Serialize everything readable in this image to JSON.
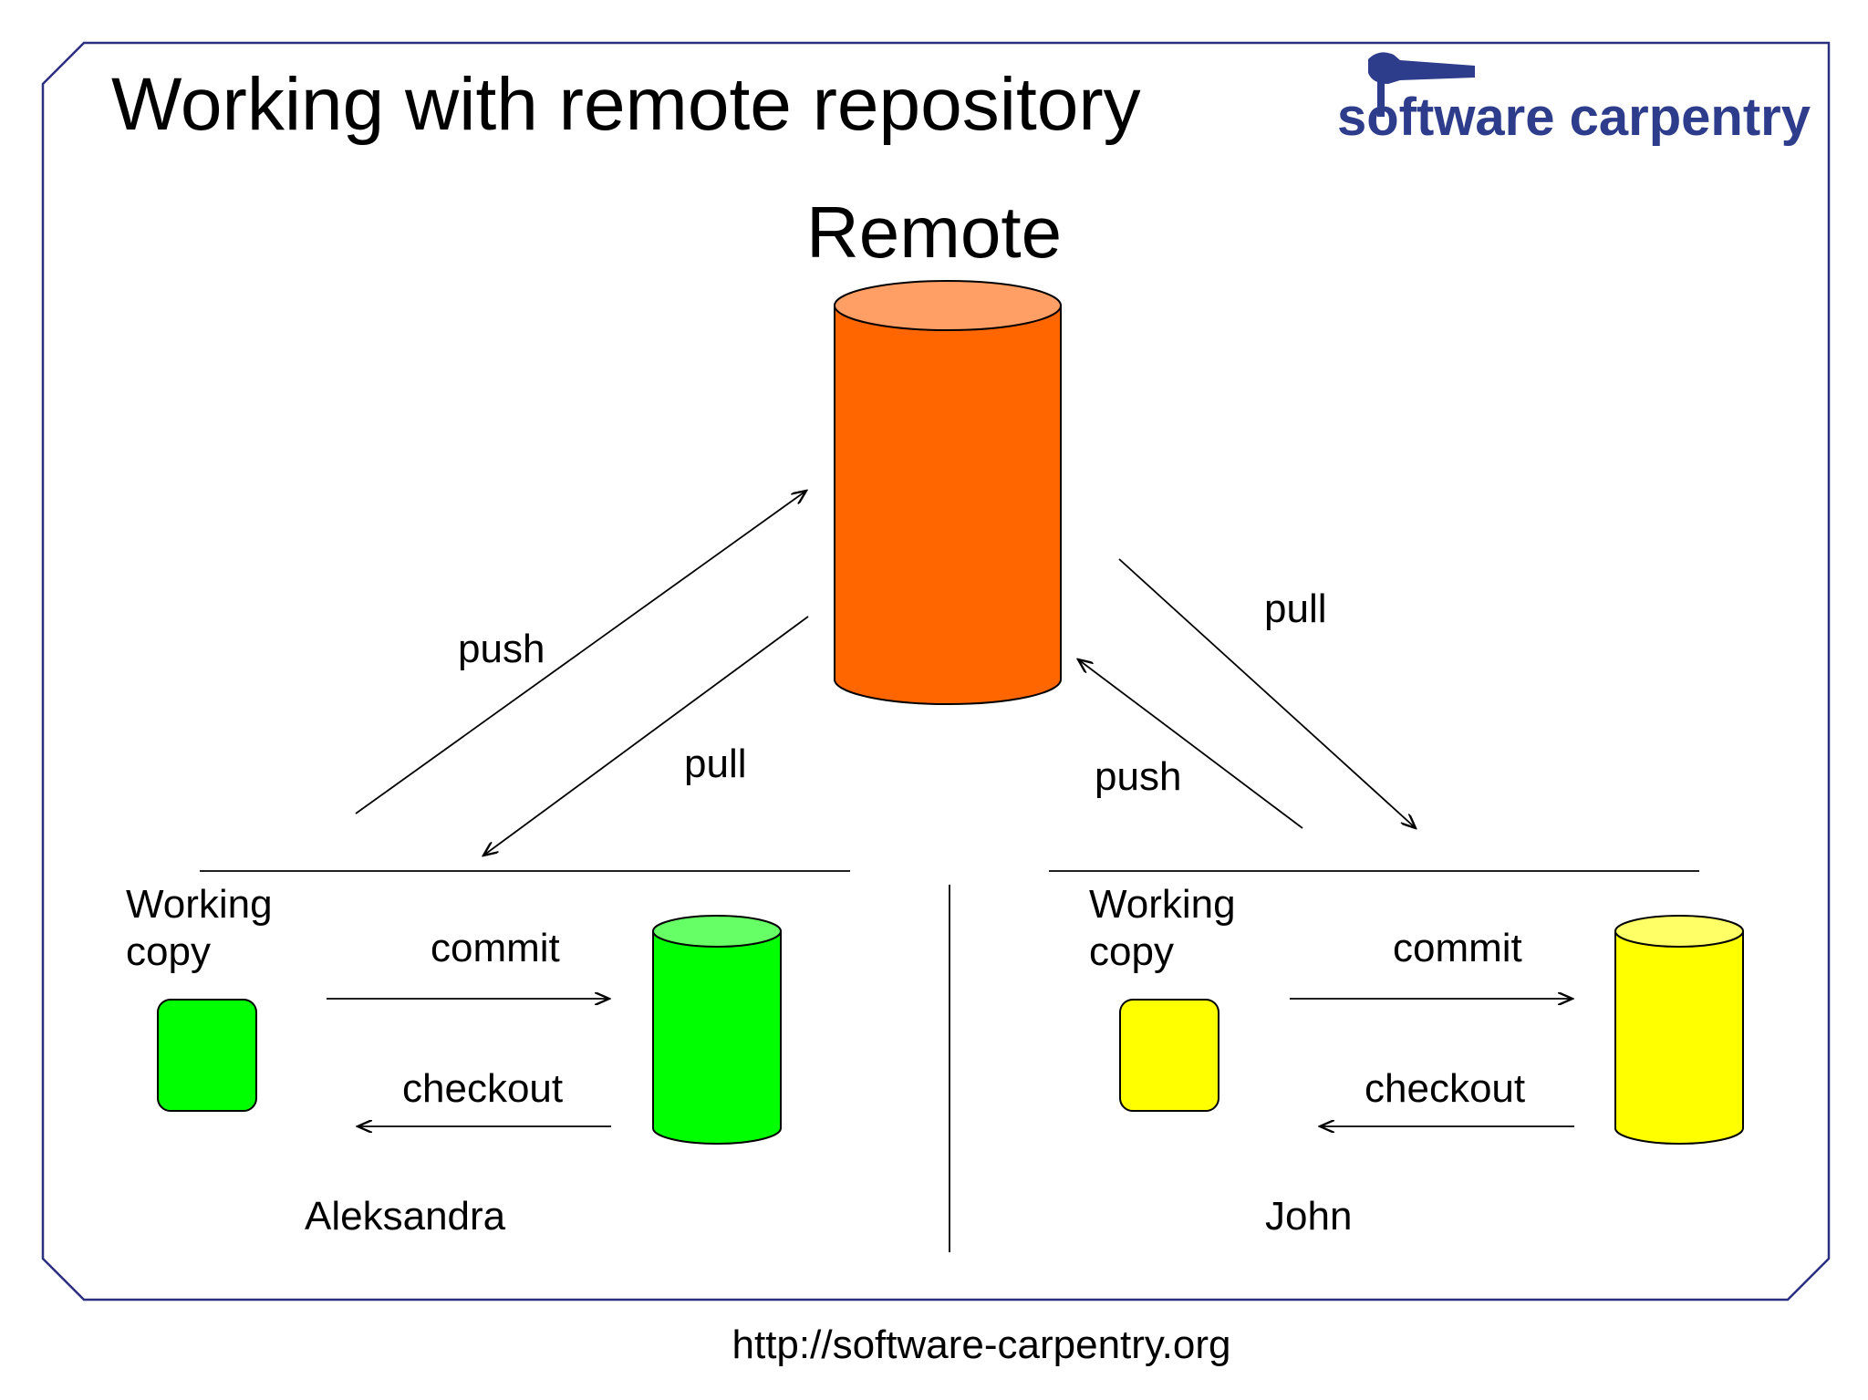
{
  "slide": {
    "title": "Working with remote repository",
    "footer_url": "http://software-carpentry.org",
    "frame_color": "#2b2f80"
  },
  "logo": {
    "text": "software carpentry",
    "icon": "hammer-icon",
    "color": "#2e3c8c"
  },
  "remote": {
    "label": "Remote",
    "body_color": "#ff6600",
    "top_color": "#ff9f66"
  },
  "left": {
    "person": "Aleksandra",
    "working_copy_label": [
      "Working",
      "copy"
    ],
    "commit_label": "commit",
    "checkout_label": "checkout",
    "push_label": "push",
    "pull_label": "pull",
    "body_color": "#00ff00",
    "top_color": "#66ff66"
  },
  "right": {
    "person": "John",
    "working_copy_label": [
      "Working",
      "copy"
    ],
    "commit_label": "commit",
    "checkout_label": "checkout",
    "push_label": "push",
    "pull_label": "pull",
    "body_color": "#ffff00",
    "top_color": "#ffff66"
  }
}
